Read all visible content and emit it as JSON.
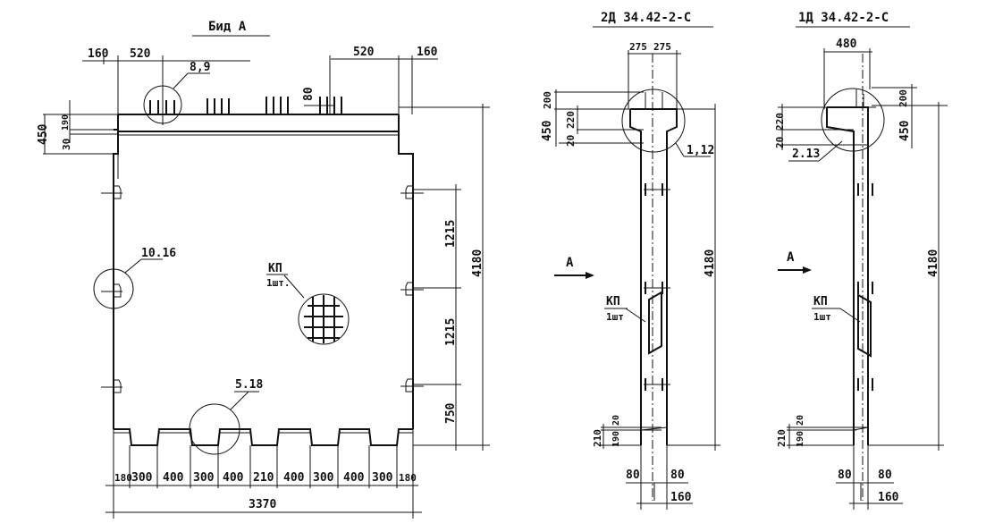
{
  "view_a": {
    "title": "Бид  А",
    "dims_top": [
      "160",
      "520",
      "520",
      "160"
    ],
    "dim_80": "80",
    "dims_left": [
      "450",
      "190",
      "30"
    ],
    "dims_right": [
      "1215",
      "1215",
      "750",
      "4180"
    ],
    "dims_bottom": [
      "180",
      "300",
      "400",
      "300",
      "400",
      "210",
      "400",
      "300",
      "400",
      "300",
      "180"
    ],
    "total_width": "3370",
    "callouts": [
      "8,9",
      "10.16",
      "5.18"
    ],
    "kp_label": "КП",
    "kp_qty": "1шт."
  },
  "section_2d": {
    "title": "2Д 34.42-2-С",
    "dims_top": [
      "275",
      "275"
    ],
    "dims_left": [
      "200",
      "450",
      "220",
      "20"
    ],
    "callout": "1,12",
    "arrow_label": "А",
    "height": "4180",
    "kp_label": "КП",
    "kp_qty": "1шт",
    "dims_bottom_left": [
      "210",
      "190",
      "20"
    ],
    "dims_bottom": [
      "80",
      "80",
      "160"
    ]
  },
  "section_1d": {
    "title": "1Д 34.42-2-С",
    "dim_top": "480",
    "dims_left": [
      "220",
      "20"
    ],
    "dims_right": [
      "200",
      "450"
    ],
    "callout": "2.13",
    "arrow_label": "А",
    "height": "4180",
    "kp_label": "КП",
    "kp_qty": "1шт",
    "dims_bottom_left": [
      "210",
      "190",
      "20"
    ],
    "dims_bottom": [
      "80",
      "80",
      "160"
    ]
  }
}
